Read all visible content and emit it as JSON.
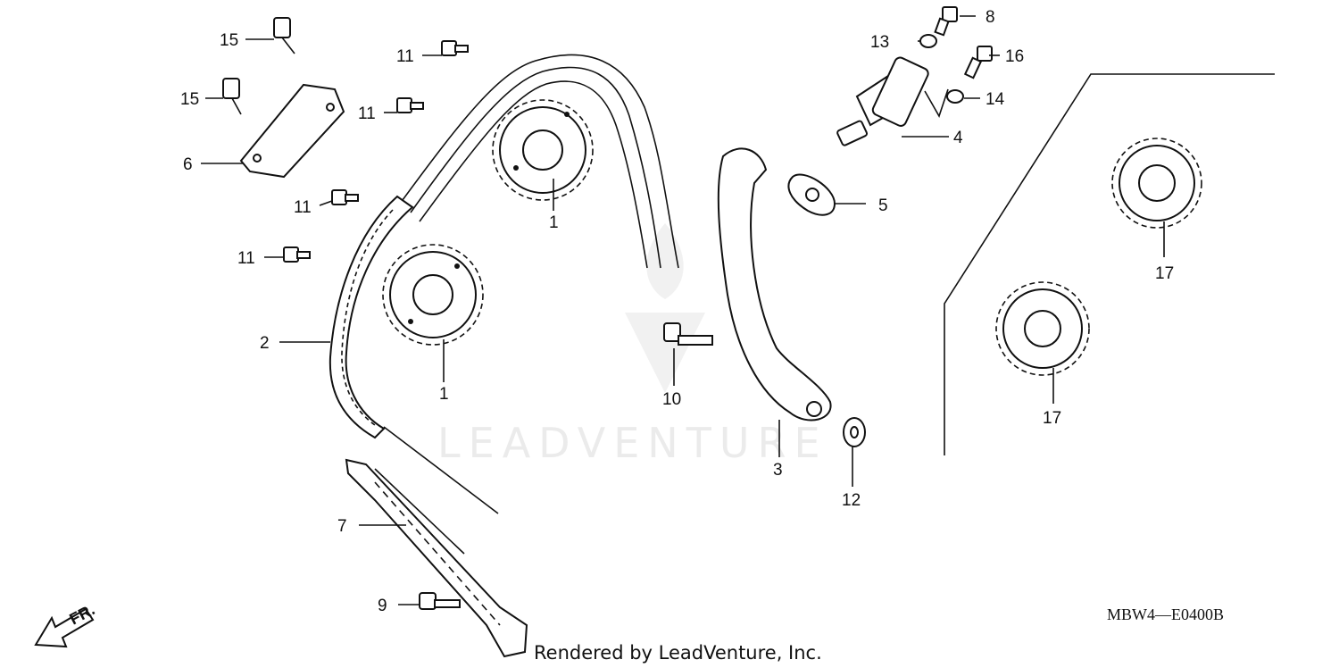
{
  "callouts": {
    "c1a": "1",
    "c1b": "1",
    "c2": "2",
    "c3": "3",
    "c4": "4",
    "c5": "5",
    "c6": "6",
    "c7": "7",
    "c8": "8",
    "c9": "9",
    "c10": "10",
    "c11a": "11",
    "c11b": "11",
    "c11c": "11",
    "c11d": "11",
    "c12": "12",
    "c13": "13",
    "c14": "14",
    "c15a": "15",
    "c15b": "15",
    "c16": "16",
    "c17a": "17",
    "c17b": "17"
  },
  "diagram_code": "MBW4—E0400B",
  "direction_label": "FR.",
  "credit": "Rendered by LeadVenture, Inc.",
  "watermark": "LEADVENTURE"
}
